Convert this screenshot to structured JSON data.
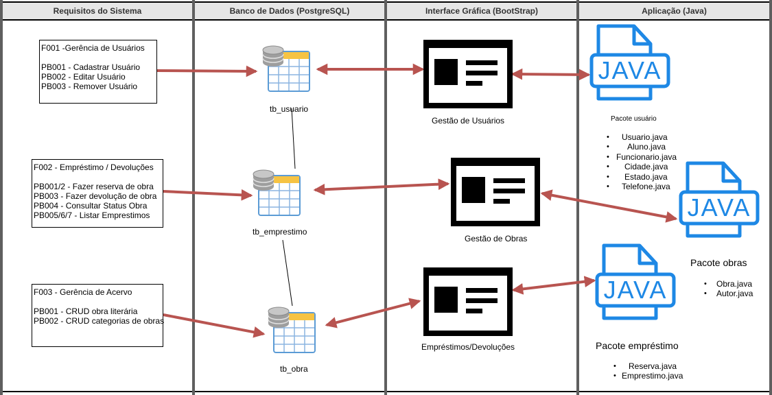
{
  "lanes": [
    {
      "title": "Requisitos do Sistema"
    },
    {
      "title": "Banco de Dados (PostgreSQL)"
    },
    {
      "title": "Interface Gráfica (BootStrap)"
    },
    {
      "title": "Aplicação (Java)"
    }
  ],
  "requirements": [
    {
      "title": "F001 -Gerência de Usuários",
      "items": [
        "PB001 - Cadastrar Usuário",
        "PB002 - Editar Usuário",
        "PB003 - Remover Usuário"
      ]
    },
    {
      "title": "F002 - Empréstimo / Devoluções",
      "items": [
        "PB001/2 - Fazer reserva de obra",
        "PB003 - Fazer devolução de obra",
        "PB004 - Consultar Status Obra",
        "PB005/6/7 - Listar Emprestimos"
      ]
    },
    {
      "title": "F003 - Gerência de Acervo",
      "items": [
        "PB001 - CRUD obra literária",
        "PB002 - CRUD categorias de obras"
      ]
    }
  ],
  "tables": [
    {
      "label": "tb_usuario"
    },
    {
      "label": "tb_emprestimo"
    },
    {
      "label": "tb_obra"
    }
  ],
  "screens": [
    {
      "label": "Gestão de Usuários"
    },
    {
      "label": "Gestão de Obras"
    },
    {
      "label": "Empréstimos/Devoluções"
    }
  ],
  "java_icon_text": "JAVA",
  "packages": [
    {
      "title": "Pacote usuário",
      "files": [
        "Usuario.java",
        "Aluno.java",
        "Funcionario.java",
        "Cidade.java",
        "Estado.java",
        "Telefone.java"
      ]
    },
    {
      "title": "Pacote obras",
      "files": [
        "Obra.java",
        "Autor.java"
      ]
    },
    {
      "title": "Pacote empréstimo",
      "files": [
        "Reserva.java",
        "Emprestimo.java"
      ]
    }
  ],
  "colors": {
    "arrow": "#b85450",
    "java_icon": "#1e88e5",
    "table_blue": "#6fa8dc",
    "table_header": "#f6c343",
    "db_gray": "#9e9e9e"
  }
}
